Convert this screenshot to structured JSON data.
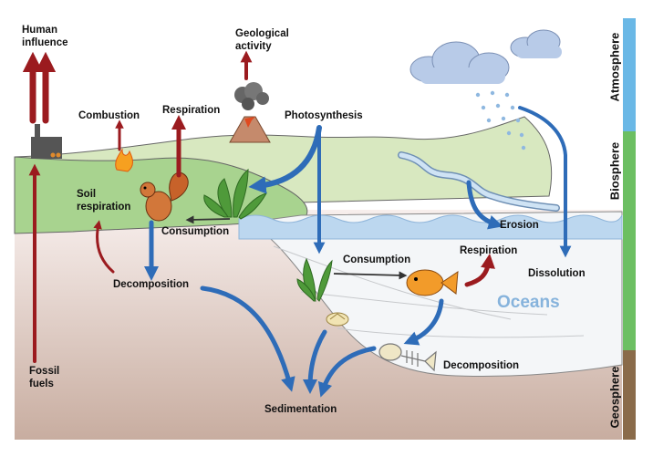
{
  "labels": {
    "human_influence": "Human influence",
    "geological_activity": "Geological activity",
    "combustion": "Combustion",
    "respiration_land": "Respiration",
    "photosynthesis": "Photosynthesis",
    "soil_respiration": "Soil respiration",
    "consumption_land": "Consumption",
    "decomposition_land": "Decomposition",
    "fossil_fuels": "Fossil fuels",
    "erosion": "Erosion",
    "consumption_ocean": "Consumption",
    "respiration_ocean": "Respiration",
    "dissolution": "Dissolution",
    "oceans": "Oceans",
    "decomposition_ocean": "Decomposition",
    "sedimentation": "Sedimentation"
  },
  "spheres": {
    "atmosphere": "Atmosphere",
    "biosphere": "Biosphere",
    "geosphere": "Geosphere"
  },
  "colors": {
    "release_arrow": "#9b1b1f",
    "uptake_arrow": "#2e6cb8",
    "land": "#a8d38f",
    "hill": "#d8e8c0",
    "ocean": "#f4f6f8",
    "wave": "#bcd7ef",
    "ground_top": "#f7eeec",
    "ground_bottom": "#c8ada0",
    "atmosphere_band": "#6ab8e6",
    "biosphere_band": "#6cbf62",
    "geosphere_band": "#8a6b4a"
  }
}
